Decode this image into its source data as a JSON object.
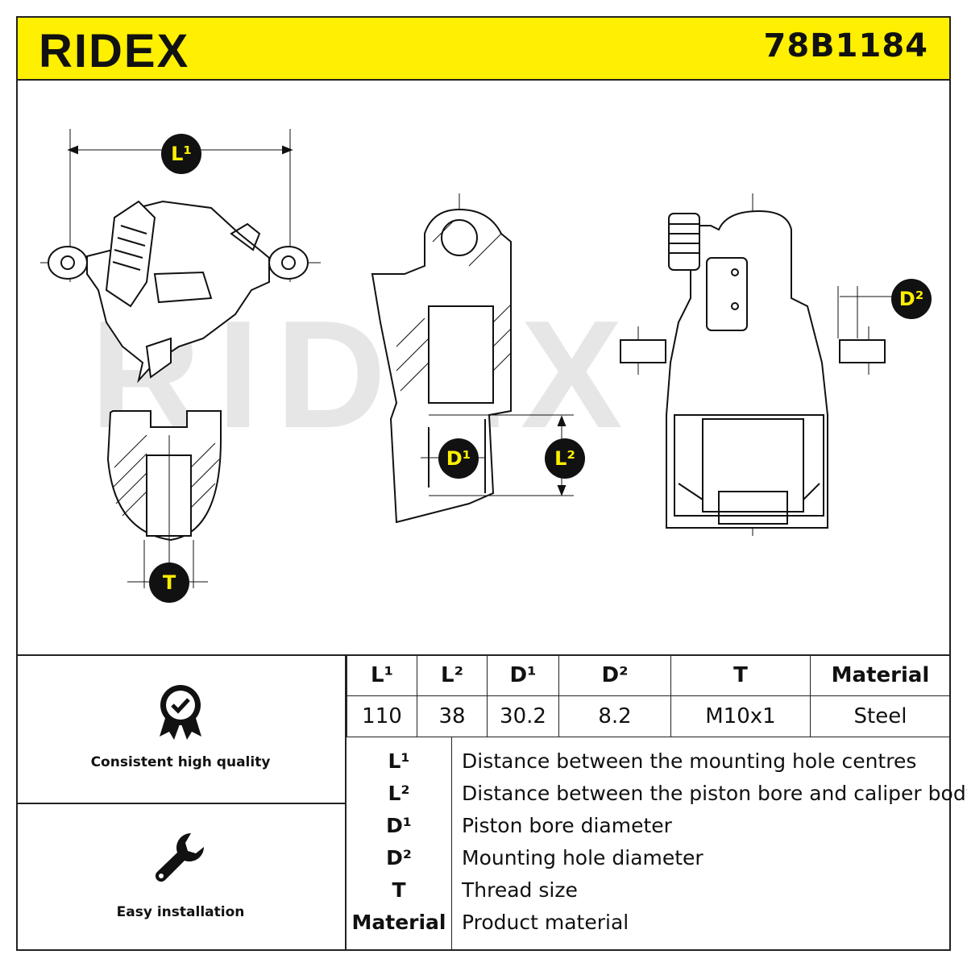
{
  "header": {
    "brand": "RIDEX",
    "part_number": "78B1184",
    "accent_color": "#ffef00"
  },
  "drawing": {
    "callouts": {
      "l1": "L¹",
      "l2": "L²",
      "d1": "D¹",
      "d2": "D²",
      "t": "T"
    },
    "watermark": "RIDEX"
  },
  "features": [
    {
      "label": "Consistent high quality",
      "icon": "quality-badge-icon"
    },
    {
      "label": "Easy installation",
      "icon": "wrench-icon"
    }
  ],
  "spec_table": {
    "headers": [
      "L¹",
      "L²",
      "D¹",
      "D²",
      "T",
      "Material"
    ],
    "values": [
      "110",
      "38",
      "30.2",
      "8.2",
      "M10x1",
      "Steel"
    ]
  },
  "legend": [
    {
      "key": "L¹",
      "desc": "Distance between the mounting hole centres"
    },
    {
      "key": "L²",
      "desc": "Distance between the piston bore and caliper body"
    },
    {
      "key": "D¹",
      "desc": "Piston bore diameter"
    },
    {
      "key": "D²",
      "desc": "Mounting hole diameter"
    },
    {
      "key": "T",
      "desc": "Thread size"
    },
    {
      "key": "Material",
      "desc": "Product material"
    }
  ]
}
